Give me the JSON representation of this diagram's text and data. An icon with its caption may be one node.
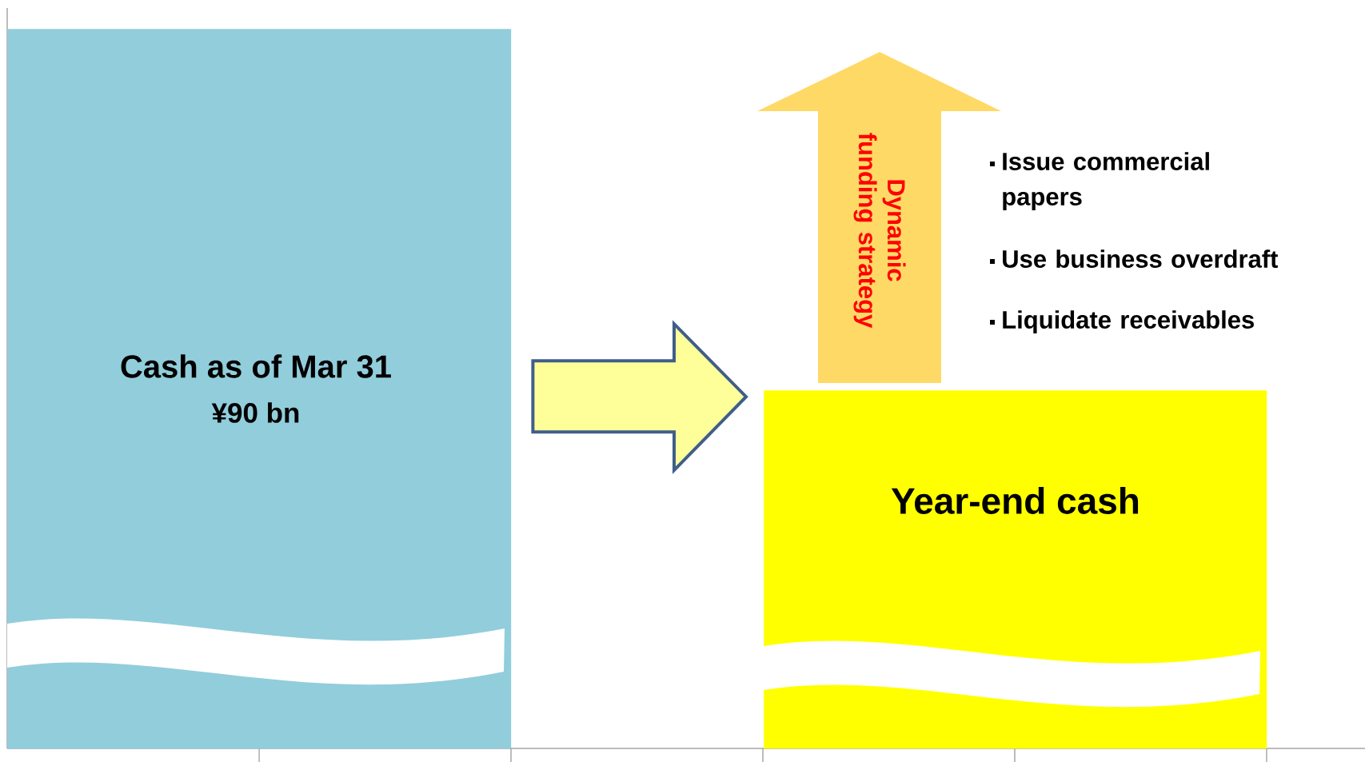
{
  "diagram": {
    "nodes": [
      {
        "text": [
          "Cash as of Mar 31",
          "¥90 bn"
        ]
      },
      {
        "text": [
          "Year-end cash"
        ]
      },
      {
        "text": [
          "Dynamic funding strategy"
        ]
      }
    ],
    "edges": [
      {
        "from": 0,
        "to": 1,
        "arrow": "to"
      }
    ],
    "labels": [
      "Issue commercial papers",
      "Use business overdraft",
      "Liquidate receivables"
    ]
  }
}
